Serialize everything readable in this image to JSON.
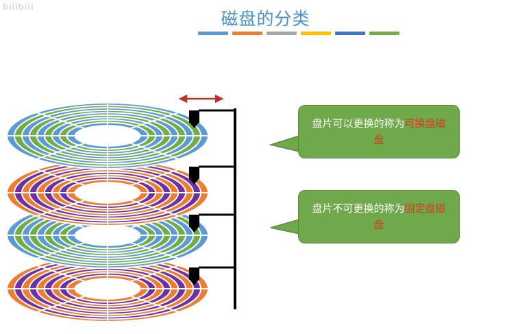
{
  "watermark": "bilibili",
  "title": "磁盘的分类",
  "title_bar_colors": [
    "#5b9bd5",
    "#ed7d31",
    "#a5a5a5",
    "#ffc000",
    "#4472c4",
    "#70ad47"
  ],
  "callouts": [
    {
      "text": "盘片可以更换的称为",
      "highlight": "可换盘磁盘"
    },
    {
      "text": "盘片不可更换的称为",
      "highlight": "固定盘磁盘"
    }
  ],
  "colors": {
    "title": "#4a90c8",
    "callout_fill": "#70a84c",
    "highlight_text": "#d63b1f",
    "arrow": "#c0302a",
    "disk_blue": "#5b9bd5",
    "disk_green": "#70ad47",
    "disk_orange": "#ed7d31",
    "disk_purple": "#7030a0"
  },
  "disks": [
    {
      "outer": "blue",
      "inner": "green"
    },
    {
      "outer": "orange",
      "inner": "purple"
    },
    {
      "outer": "blue",
      "inner": "green"
    },
    {
      "outer": "orange",
      "inner": "purple"
    }
  ]
}
